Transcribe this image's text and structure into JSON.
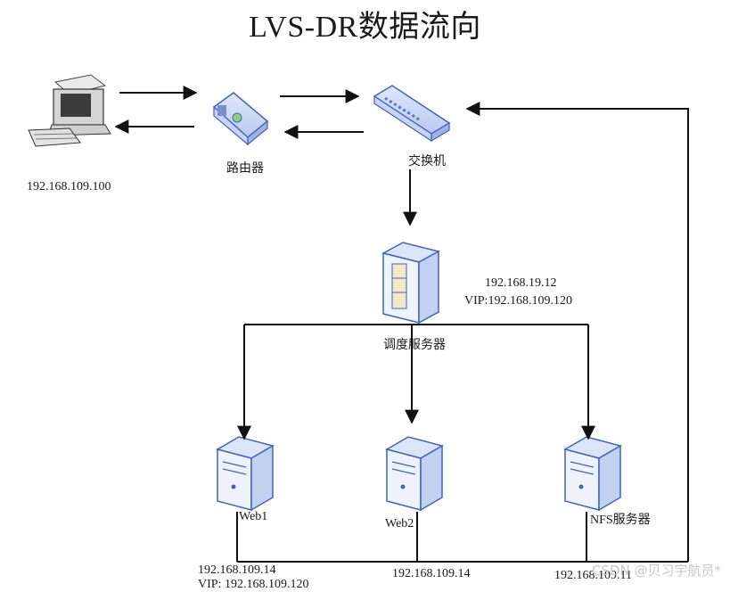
{
  "title": "LVS-DR数据流向",
  "client": {
    "ip": "192.168.109.100",
    "icon": "desktop-computer-icon"
  },
  "router": {
    "label": "路由器",
    "icon": "router-icon"
  },
  "switch": {
    "label": "交换机",
    "icon": "network-switch-icon"
  },
  "director": {
    "label": "调度服务器",
    "ip": "192.168.19.12",
    "vip": "VIP:192.168.109.120",
    "icon": "server-cabinet-icon"
  },
  "web1": {
    "label": "Web1",
    "ip": "192.168.109.14",
    "vip_partial": "VIP: 192.168.109.120",
    "icon": "server-tower-icon"
  },
  "web2": {
    "label": "Web2",
    "ip": "192.168.109.14",
    "icon": "server-tower-icon"
  },
  "nfs": {
    "label": "NFS服务器",
    "ip": "192.168.109.11",
    "icon": "server-tower-icon"
  },
  "watermark": "CSDN @贝习宇航员*",
  "colors": {
    "line": "#111111",
    "device_blue": "#4a6fc8",
    "device_fill": "#eef2fb"
  }
}
